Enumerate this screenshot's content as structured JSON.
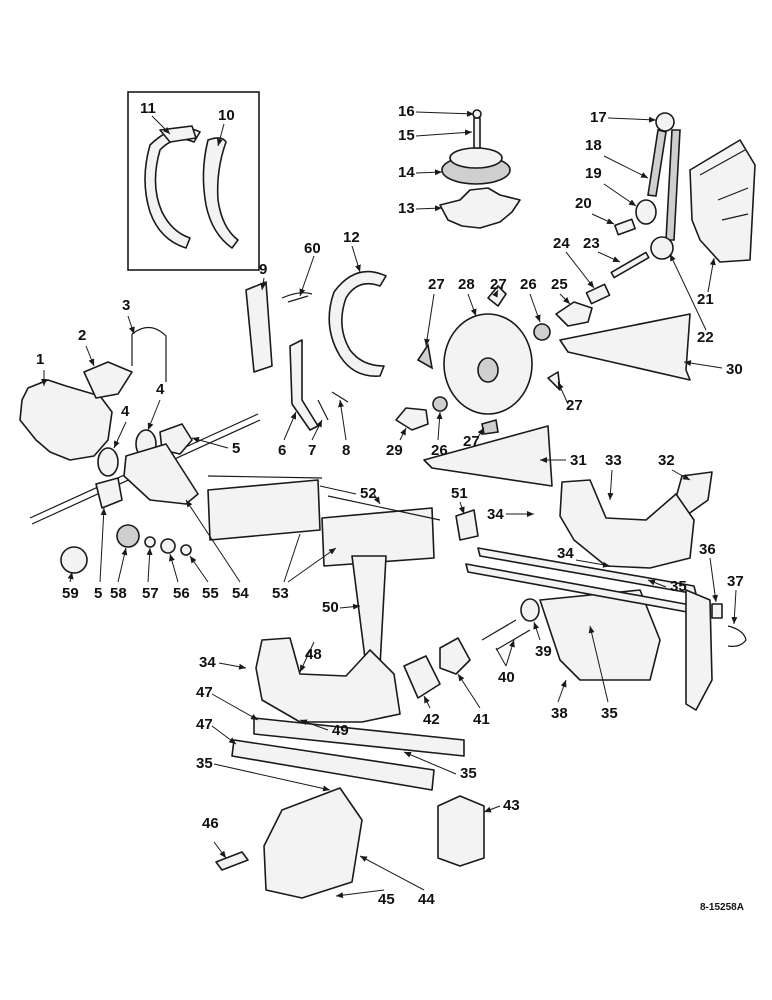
{
  "figure_ref": "8-15258A",
  "callouts": [
    "1",
    "2",
    "3",
    "4",
    "5",
    "6",
    "7",
    "8",
    "9",
    "10",
    "11",
    "12",
    "13",
    "14",
    "15",
    "16",
    "17",
    "18",
    "19",
    "20",
    "21",
    "22",
    "23",
    "24",
    "25",
    "26",
    "27",
    "28",
    "29",
    "30",
    "31",
    "32",
    "33",
    "34",
    "35",
    "36",
    "37",
    "38",
    "39",
    "40",
    "41",
    "42",
    "43",
    "44",
    "45",
    "46",
    "47",
    "48",
    "49",
    "50",
    "51",
    "52",
    "53",
    "54",
    "55",
    "56",
    "57",
    "58",
    "59",
    "60"
  ]
}
